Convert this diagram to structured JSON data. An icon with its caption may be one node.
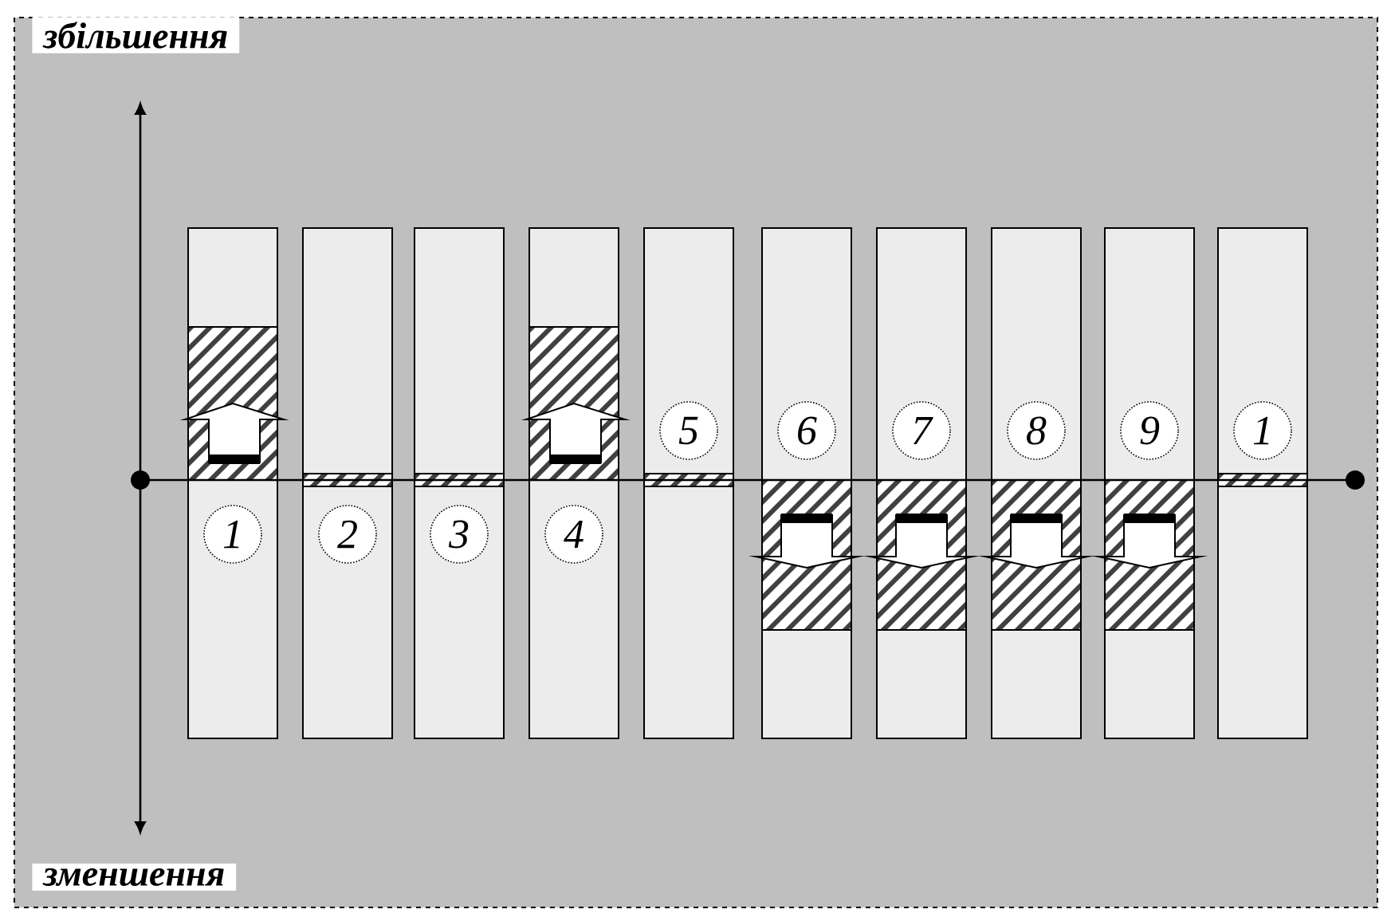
{
  "diagram": {
    "nodes": [
      {
        "text": [
          "1"
        ]
      },
      {
        "text": [
          "2"
        ]
      },
      {
        "text": [
          "3"
        ]
      },
      {
        "text": [
          "4"
        ]
      },
      {
        "text": [
          "5"
        ]
      },
      {
        "text": [
          "6"
        ]
      },
      {
        "text": [
          "7"
        ]
      },
      {
        "text": [
          "8"
        ]
      },
      {
        "text": [
          "9"
        ]
      },
      {
        "text": [
          "1"
        ]
      }
    ],
    "labels": [
      "збільшення",
      "зменшення"
    ]
  }
}
